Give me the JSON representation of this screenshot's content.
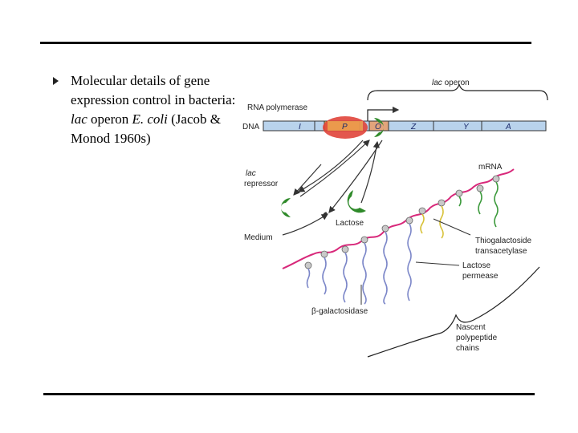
{
  "slide": {
    "bullet_text": {
      "part1": "Molecular details of gene expression control in bacteria: ",
      "lac": "lac",
      "part2": " operon ",
      "species": "E. coli",
      "part3": " (Jacob & Monod 1960s)"
    }
  },
  "figure": {
    "lac_operon_prefix": "lac",
    "lac_operon_suffix": " operon",
    "rna_polymerase": "RNA polymerase",
    "dna": "DNA",
    "segments": [
      "I",
      "P",
      "O",
      "Z",
      "Y",
      "A"
    ],
    "mrna": "mRNA",
    "lac_repressor_line1": "lac",
    "lac_repressor_line2": "repressor",
    "lactose": "Lactose",
    "medium": "Medium",
    "thiogalactoside_line1": "Thiogalactoside",
    "thiogalactoside_line2": "transacetylase",
    "permease_line1": "Lactose",
    "permease_line2": "permease",
    "galactosidase": "β-galactosidase",
    "nascent_line1": "Nascent",
    "nascent_line2": "polypeptide",
    "nascent_line3": "chains",
    "colors": {
      "dna_bar": "#b9d3ec",
      "promoter": "#f3d35a",
      "operator": "#e2a47b",
      "polymerase": "#e0443a",
      "repressor": "#2f8a2a",
      "mrna": "#d8287a",
      "chain_blue": "#7b86c8",
      "chain_yellow": "#d8c23a",
      "chain_green": "#3c9a3c"
    }
  }
}
